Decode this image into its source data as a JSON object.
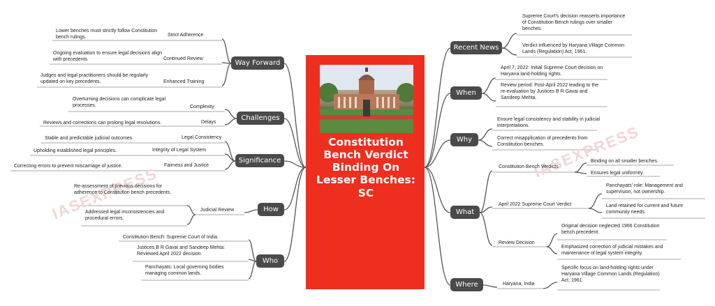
{
  "center": {
    "title": "Constitution Bench Verdict Binding On Lesser Benches: SC"
  },
  "watermark": "IASEXPRESS",
  "colors": {
    "center_bg": "#ee2e1f",
    "node_bg": "#4a4a4a",
    "line": "#555555"
  },
  "right": [
    {
      "label": "Recent News",
      "leaves": [
        "Supreme Court's decision reasserts importance of Constitution Bench rulings over smaller benches.",
        "Verdict influenced by Haryana Village Common Lands (Regulation) Act, 1961."
      ]
    },
    {
      "label": "When",
      "leaves": [
        "April 7, 2022: Initial Supreme Court decision on Haryana land-holding rights.",
        "Review period: Post-April 2022 leading to the re-evaluation by Justices B R Gavai and Sandeep Mehta."
      ]
    },
    {
      "label": "Why",
      "leaves": [
        "Ensure legal consistency and stability in judicial interpretations.",
        "Correct misapplication of precedents from Constitution benches."
      ]
    },
    {
      "label": "What",
      "subs": [
        {
          "label": "Constitution Bench Verdicts",
          "leaves": [
            "Binding on all smaller benches.",
            "Ensures legal uniformity."
          ]
        },
        {
          "label": "April 2022 Supreme Court Verdict",
          "leaves": [
            "Panchayats' role: Management and supervision, not ownership.",
            "Land retained for current and future community needs."
          ]
        },
        {
          "label": "Review Decision",
          "leaves": [
            "Original decision neglected 1966 Constitution bench precedent.",
            "Emphasized correction of judicial mistakes and maintenance of legal system integrity."
          ]
        }
      ]
    },
    {
      "label": "Where",
      "subs": [
        {
          "label": "Haryana, India",
          "leaves": [
            "Specific focus on land-holding rights under Haryana Village Common Lands (Regulation) Act, 1961."
          ]
        }
      ]
    }
  ],
  "left": [
    {
      "label": "Way Forward",
      "subs": [
        {
          "label": "Strict Adherence",
          "leaf": "Lower benches must strictly follow Constitution bench rulings."
        },
        {
          "label": "Continued Review",
          "leaf": "Ongoing evaluation to ensure legal decisions align with precedents."
        },
        {
          "label": "Enhanced Training",
          "leaf": "Judges and legal practitioners should be regularly updated on key precedents."
        }
      ]
    },
    {
      "label": "Challenges",
      "subs": [
        {
          "label": "Complexity",
          "leaf": "Overturning decisions can complicate legal processes."
        },
        {
          "label": "Delays",
          "leaf": "Reviews and corrections can prolong legal resolutions."
        }
      ]
    },
    {
      "label": "Significance",
      "subs": [
        {
          "label": "Legal Consistency",
          "leaf": "Stable and predictable judicial outcomes."
        },
        {
          "label": "Integrity of Legal System",
          "leaf": "Upholding established legal principles."
        },
        {
          "label": "Fairness and Justice",
          "leaf": "Correcting errors to prevent miscarriage of justice."
        }
      ]
    },
    {
      "label": "How",
      "subs": [
        {
          "label": "Judicial Review",
          "leaves": [
            "Re-assessment of previous decisions for adherence to Constitution bench precedents.",
            "Addressed legal inconsistencies and procedural errors."
          ]
        }
      ]
    },
    {
      "label": "Who",
      "leaves": [
        "Constitution Bench: Supreme Court of India.",
        "Justices B R Gavai and Sandeep Mehta: Reviewed April 2022 decision.",
        "Panchayats: Local governing bodies managing common lands."
      ]
    }
  ]
}
